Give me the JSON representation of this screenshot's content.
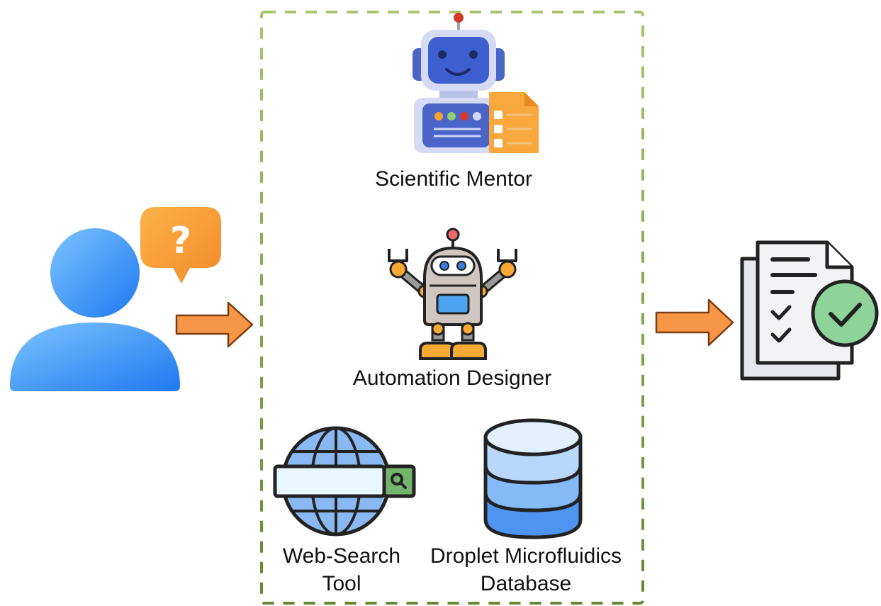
{
  "diagram": {
    "agents": {
      "mentor_label": "Scientific Mentor",
      "designer_label": "Automation Designer"
    },
    "tools": {
      "web_search_label_line1": "Web-Search",
      "web_search_label_line2": "Tool",
      "database_label_line1": "Droplet Microfluidics",
      "database_label_line2": "Database"
    },
    "icons": {
      "user": "user-icon",
      "question": "question-bubble-icon",
      "mentor": "robot-mentor-icon",
      "designer": "robot-designer-icon",
      "web_search": "globe-search-icon",
      "database": "database-icon",
      "output": "checked-document-icon",
      "arrow": "arrow-right-icon"
    },
    "colors": {
      "container_border": "#9bbb59",
      "arrow_fill": "#f79646",
      "arrow_stroke": "#7a3e12",
      "user_blue": "#2f8bf5",
      "question_orange": "#f7a034",
      "check_green": "#8ed39a"
    }
  }
}
